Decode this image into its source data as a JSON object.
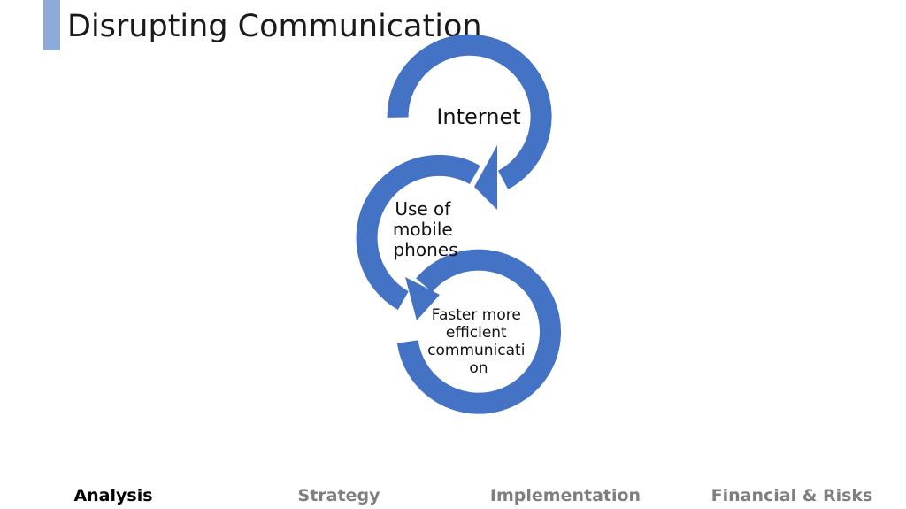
{
  "slide": {
    "title": "Disrupting Communication"
  },
  "diagram": {
    "accent_color": "#4472c4",
    "nodes": [
      {
        "lines": [
          "Internet"
        ]
      },
      {
        "lines": [
          "Use of",
          "mobile",
          "phones"
        ]
      },
      {
        "lines": [
          "Faster more",
          "efficient",
          "communicati",
          "on"
        ]
      }
    ]
  },
  "nav": {
    "items": [
      {
        "label": "Analysis",
        "color": "#000000"
      },
      {
        "label": "Strategy",
        "color": "#7f7f7f"
      },
      {
        "label": "Implementation",
        "color": "#7f7f7f"
      },
      {
        "label": "Financial & Risks",
        "color": "#7f7f7f"
      }
    ]
  }
}
